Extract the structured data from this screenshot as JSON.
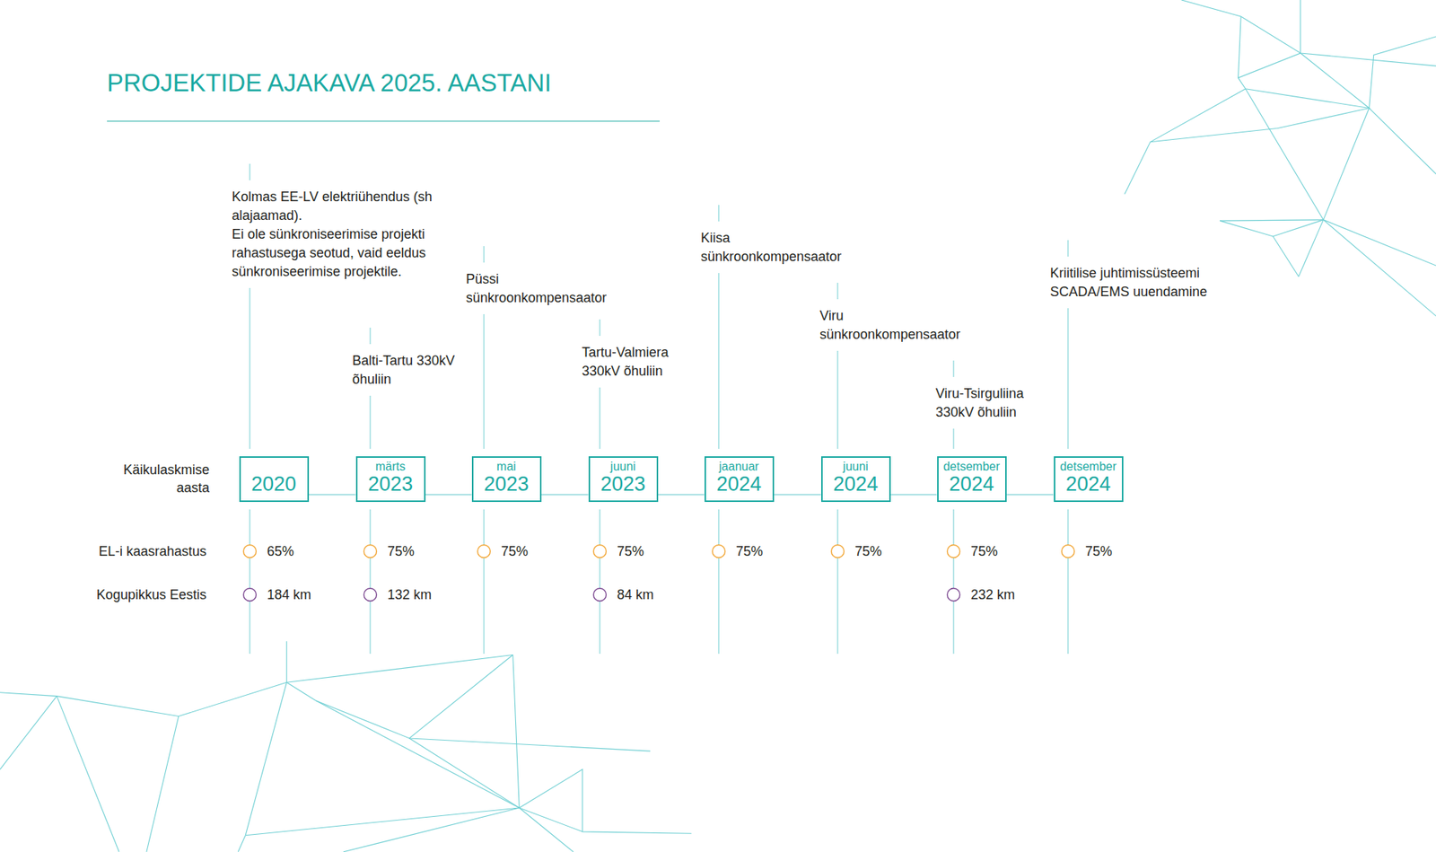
{
  "diagram": {
    "title": "PROJEKTIDE AJAKAVA 2025. AASTANI",
    "nodes": [
      {
        "text": [
          "2020"
        ]
      },
      {
        "text": [
          "märts",
          "2023"
        ]
      },
      {
        "text": [
          "mai",
          "2023"
        ]
      },
      {
        "text": [
          "juuni",
          "2023"
        ]
      },
      {
        "text": [
          "jaanuar",
          "2024"
        ]
      },
      {
        "text": [
          "juuni",
          "2024"
        ]
      },
      {
        "text": [
          "detsember",
          "2024"
        ]
      },
      {
        "text": [
          "detsember",
          "2024"
        ]
      }
    ],
    "edges": [
      {
        "from": 0,
        "to": 1,
        "arrow": "none"
      },
      {
        "from": 1,
        "to": 2,
        "arrow": "none"
      },
      {
        "from": 2,
        "to": 3,
        "arrow": "none"
      },
      {
        "from": 3,
        "to": 4,
        "arrow": "none"
      },
      {
        "from": 4,
        "to": 5,
        "arrow": "none"
      },
      {
        "from": 5,
        "to": 6,
        "arrow": "none"
      },
      {
        "from": 6,
        "to": 7,
        "arrow": "none"
      }
    ],
    "labels": [
      "Käikulaskmise aasta",
      "Kolmas EE-LV elektriühendus (sh alajaamad).",
      "Ei ole sünkroniseerimise projekti rahastusega seotud, vaid eeldus sünkroniseerimise projektile.",
      "Balti-Tartu 330kV õhuliin",
      "Püssi sünkroonkompensaator",
      "Tartu-Valmiera 330kV õhuliin",
      "Kiisa sünkroonkompensaator",
      "Viru sünkroonkompensaator",
      "Viru-Tsirguliina 330kV õhuliin",
      "Kriitilise juhtimissüsteemi SCADA/EMS uuendamine",
      "EL-i kaasrahastus",
      "65%",
      "75%",
      "75%",
      "75%",
      "75%",
      "75%",
      "75%",
      "75%",
      "Kogupikkus Eestis",
      "184 km",
      "132 km",
      "84 km",
      "232 km"
    ]
  }
}
